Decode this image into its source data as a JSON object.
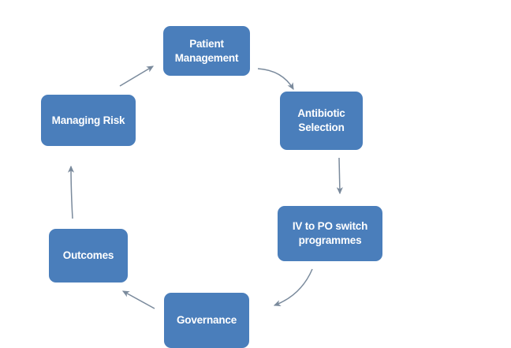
{
  "diagram": {
    "type": "cycle",
    "background_color": "#ffffff",
    "node_fill_color": "#4a7ebb",
    "node_text_color": "#ffffff",
    "arrow_color": "#7a8a9c",
    "nodes": [
      {
        "id": "patient-management",
        "label": "Patient\nManagement"
      },
      {
        "id": "antibiotic-selection",
        "label": "Antibiotic\nSelection"
      },
      {
        "id": "iv-to-po-switch",
        "label": "IV to PO switch\nprogrammes"
      },
      {
        "id": "governance",
        "label": "Governance"
      },
      {
        "id": "outcomes",
        "label": "Outcomes"
      },
      {
        "id": "managing-risk",
        "label": "Managing Risk"
      }
    ],
    "edges": [
      {
        "id": "edge-patient-to-antibiotic",
        "from": "patient-management",
        "to": "antibiotic-selection",
        "shape": "curved"
      },
      {
        "id": "edge-antibiotic-to-ivpo",
        "from": "antibiotic-selection",
        "to": "iv-to-po-switch",
        "shape": "straight"
      },
      {
        "id": "edge-ivpo-to-governance",
        "from": "iv-to-po-switch",
        "to": "governance",
        "shape": "curved"
      },
      {
        "id": "edge-governance-to-outcomes",
        "from": "governance",
        "to": "outcomes",
        "shape": "straight"
      },
      {
        "id": "edge-outcomes-to-risk",
        "from": "outcomes",
        "to": "managing-risk",
        "shape": "straight"
      },
      {
        "id": "edge-risk-to-patient",
        "from": "managing-risk",
        "to": "patient-management",
        "shape": "straight"
      }
    ]
  }
}
